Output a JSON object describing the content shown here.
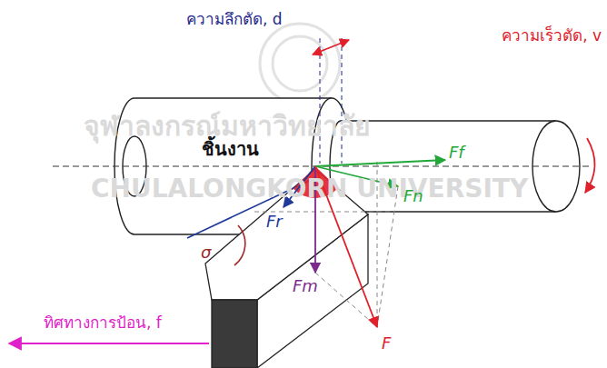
{
  "diagram": {
    "nodes": [
      {
        "text": [
          "ชิ้นงาน"
        ]
      }
    ],
    "labels": [
      "จุฬาลงกรณ์มหาวิทยาลัย",
      "CHULALONGKORN UNIVERSITY",
      "ความลึกตัด, d",
      "ความเร็วตัด, v",
      "Ff",
      "Fn",
      "Fr",
      "Fm",
      "F",
      "σ",
      "ทิศทางการป้อน, f"
    ]
  }
}
